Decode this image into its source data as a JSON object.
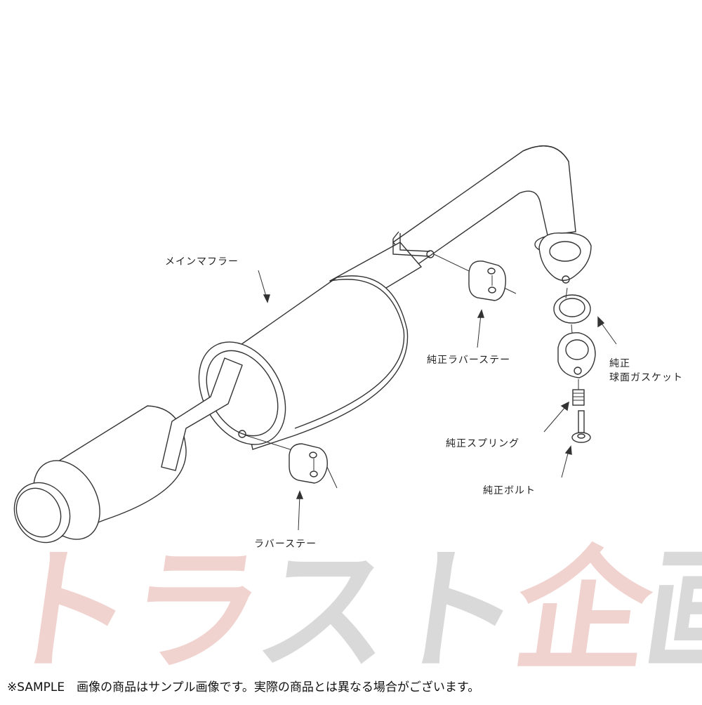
{
  "labels": {
    "main_muffler": "メインマフラー",
    "stock_rubber_stay": "純正ラバーステー",
    "stock_spherical_gasket_line1": "純正",
    "stock_spherical_gasket_line2": "球面ガスケット",
    "stock_spring": "純正スプリング",
    "stock_bolt": "純正ボルト",
    "rubber_stay": "ラバーステー"
  },
  "watermark": {
    "chars": [
      "ト",
      "ラ",
      "ス",
      "ト",
      "企",
      "画"
    ],
    "colors": [
      "#c0392b",
      "#c0392b",
      "#555555",
      "#555555",
      "#c0392b",
      "#555555"
    ]
  },
  "footer": {
    "note": "※SAMPLE　画像の商品はサンプル画像です。実際の商品とは異なる場合がございます。"
  }
}
